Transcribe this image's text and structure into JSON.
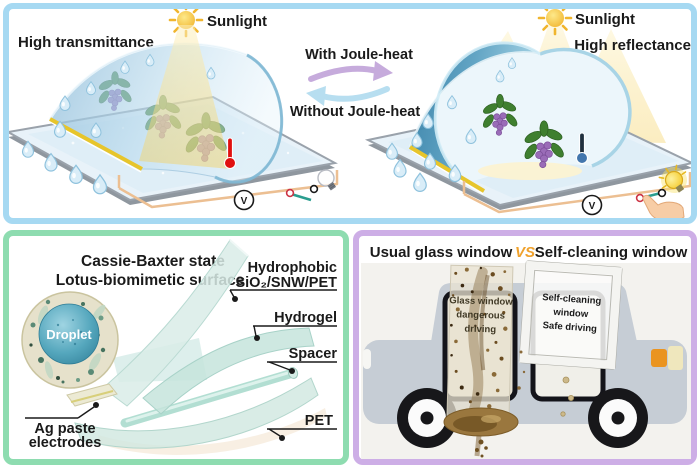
{
  "joule_panel": {
    "left": {
      "sun": "Sunlight",
      "caption": "High transmittance",
      "meter": "V"
    },
    "right": {
      "sun": "Sunlight",
      "caption": "High reflectance",
      "meter": "V"
    },
    "cycle": {
      "with": "With Joule-heat",
      "without": "Without Joule-heat"
    }
  },
  "structure_panel": {
    "title1": "Cassie-Baxter state",
    "title2": "Lotus-biomimetic surface",
    "droplet": "Droplet",
    "labels": {
      "hydrophobic1": "Hydrophobic",
      "hydrophobic2": "SiO₂/SNW/PET",
      "hydrogel": "Hydrogel",
      "spacer": "Spacer",
      "pet": "PET",
      "electrode1": "Ag paste",
      "electrode2": "electrodes"
    }
  },
  "comparison_panel": {
    "left_title": "Usual glass window",
    "vs": "VS",
    "right_title": "Self-cleaning window",
    "dirty": {
      "l1": "Glass window",
      "l2": "dangerous",
      "l3": "driving"
    },
    "clean": {
      "l1": "Self-cleaning",
      "l2": "window",
      "l3": "Safe driving"
    }
  },
  "colors": {
    "border_blue": "#a6d9f2",
    "border_green": "#8edcb0",
    "border_purple": "#cdaee6",
    "vs_orange": "#f0a22e",
    "sun_yellow": "#f2bd34",
    "film_teal": "#4f9fc4",
    "electrode_yellow": "#e7c52b",
    "hot_thermometer": "#e01010",
    "cold_thermometer": "#4276ad",
    "mud_brown": "#7d5e30"
  }
}
